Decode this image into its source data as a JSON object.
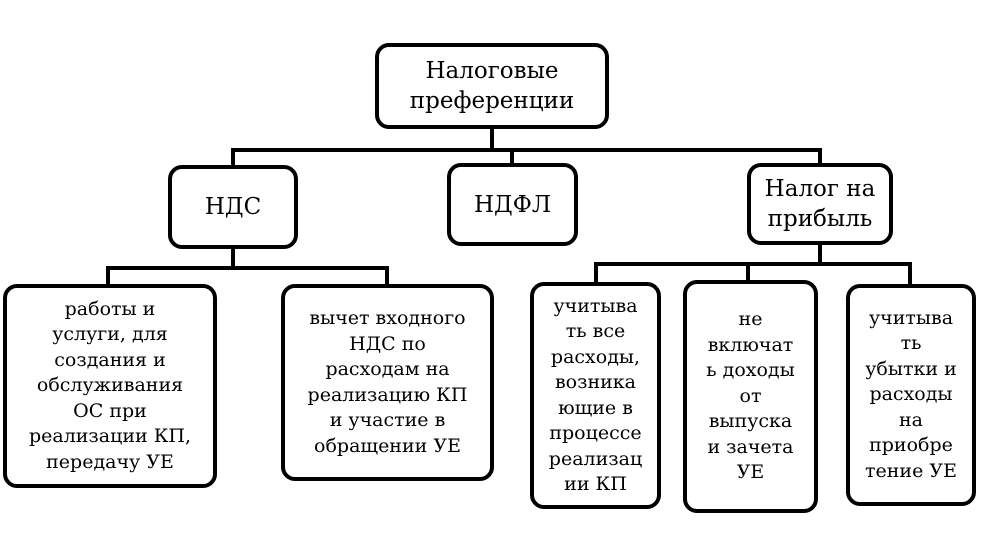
{
  "root": {
    "lines": [
      "Налоговые",
      "преференции"
    ]
  },
  "level1": [
    {
      "lines": [
        "НДС"
      ]
    },
    {
      "lines": [
        "НДФЛ"
      ]
    },
    {
      "lines": [
        "Налог на",
        "прибыль"
      ]
    }
  ],
  "nds_children": [
    {
      "lines": [
        "работы и",
        "услуги, для",
        "создания и",
        "обслуживания",
        "ОС при",
        "реализации КП,",
        "передачу УЕ"
      ]
    },
    {
      "lines": [
        "вычет входного",
        "НДС по",
        "расходам на",
        "реализацию КП",
        "и участие в",
        "обращении УЕ"
      ]
    }
  ],
  "profit_children": [
    {
      "lines": [
        "учитыва",
        "ть все",
        "расходы,",
        "возника",
        "ющие в",
        "процессе",
        "реализац",
        "ии КП"
      ]
    },
    {
      "lines": [
        "не",
        "включат",
        "ь доходы",
        "от",
        "выпуска",
        "и зачета",
        "УЕ"
      ]
    },
    {
      "lines": [
        "учитыва",
        "ть",
        "убытки и",
        "расходы",
        "на",
        "приобре",
        "тение УЕ"
      ]
    }
  ]
}
